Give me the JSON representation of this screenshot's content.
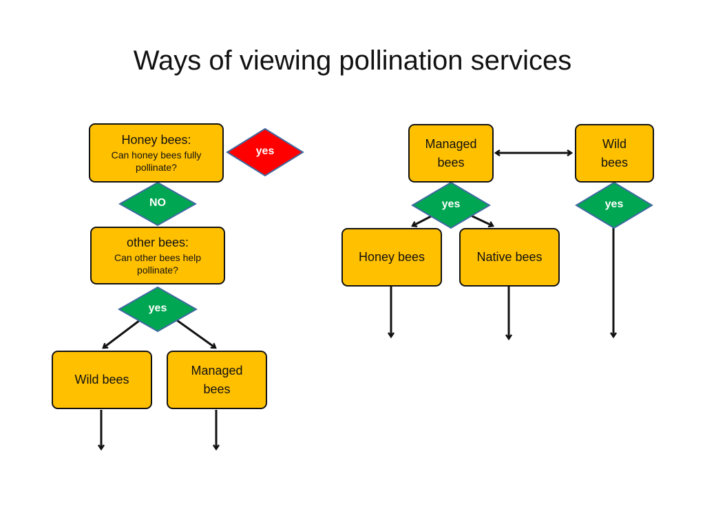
{
  "title": "Ways of viewing pollination services",
  "left_flow": {
    "honey_box": {
      "heading": "Honey bees:",
      "question": "Can honey bees fully pollinate?"
    },
    "decision_yes_red": "yes",
    "decision_no": "NO",
    "other_box": {
      "heading": "other bees:",
      "question": "Can other bees help pollinate?"
    },
    "decision_yes": "yes",
    "wild_box": "Wild bees",
    "managed_box": "Managed\nbees"
  },
  "right_flow": {
    "managed_box": "Managed\nbees",
    "wild_box": "Wild\nbees",
    "managed_decision": "yes",
    "wild_decision": "yes",
    "honey_box": "Honey bees",
    "native_box": "Native bees"
  },
  "colors": {
    "box_fill": "#ffc000",
    "decision_green": "#00a651",
    "decision_red": "#ff0000",
    "diamond_border": "#3f6aa0",
    "stroke": "#111111"
  }
}
